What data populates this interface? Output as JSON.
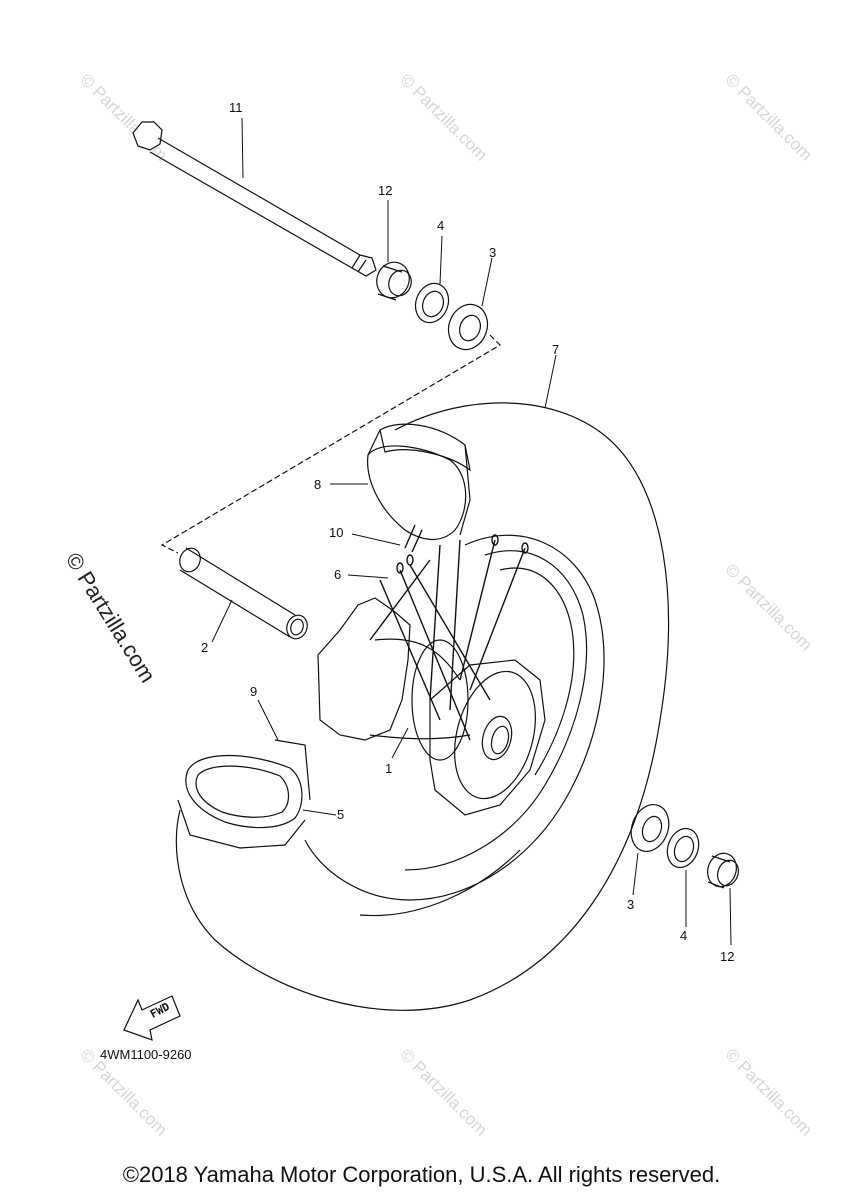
{
  "parts": {
    "p1": "1",
    "p2": "2",
    "p3a": "3",
    "p3b": "3",
    "p4a": "4",
    "p4b": "4",
    "p5": "5",
    "p6": "6",
    "p7": "7",
    "p8": "8",
    "p9": "9",
    "p10": "10",
    "p11": "11",
    "p12a": "12",
    "p12b": "12"
  },
  "fwd_label": "FWD",
  "diagram_code": "4WM1100-9260",
  "watermark": "© Partzilla.com",
  "copyright": "©2018 Yamaha Motor Corporation, U.S.A. All rights reserved.",
  "colors": {
    "line": "#111111",
    "watermark": "#d6d6d6",
    "background": "#ffffff"
  }
}
